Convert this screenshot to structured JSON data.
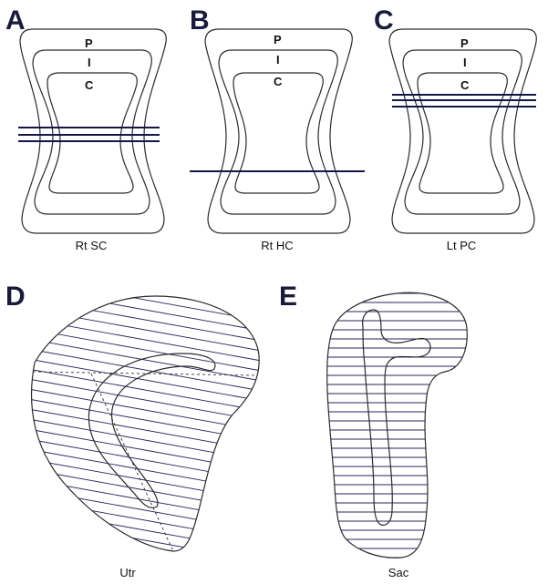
{
  "panels": {
    "a": {
      "letter": "A",
      "caption": "Rt SC",
      "labels": {
        "p": "P",
        "i": "I",
        "c": "C"
      }
    },
    "b": {
      "letter": "B",
      "caption": "Rt HC",
      "labels": {
        "p": "P",
        "i": "I",
        "c": "C"
      }
    },
    "c": {
      "letter": "C",
      "caption": "Lt PC",
      "labels": {
        "p": "P",
        "i": "I",
        "c": "C"
      }
    },
    "d": {
      "letter": "D",
      "caption": "Utr"
    },
    "e": {
      "letter": "E",
      "caption": "Sac"
    }
  },
  "colors": {
    "letters": "#1b1a3a",
    "cut_lines": "#15154a",
    "hatch": "#24245e",
    "outline": "#2b2b2b"
  }
}
